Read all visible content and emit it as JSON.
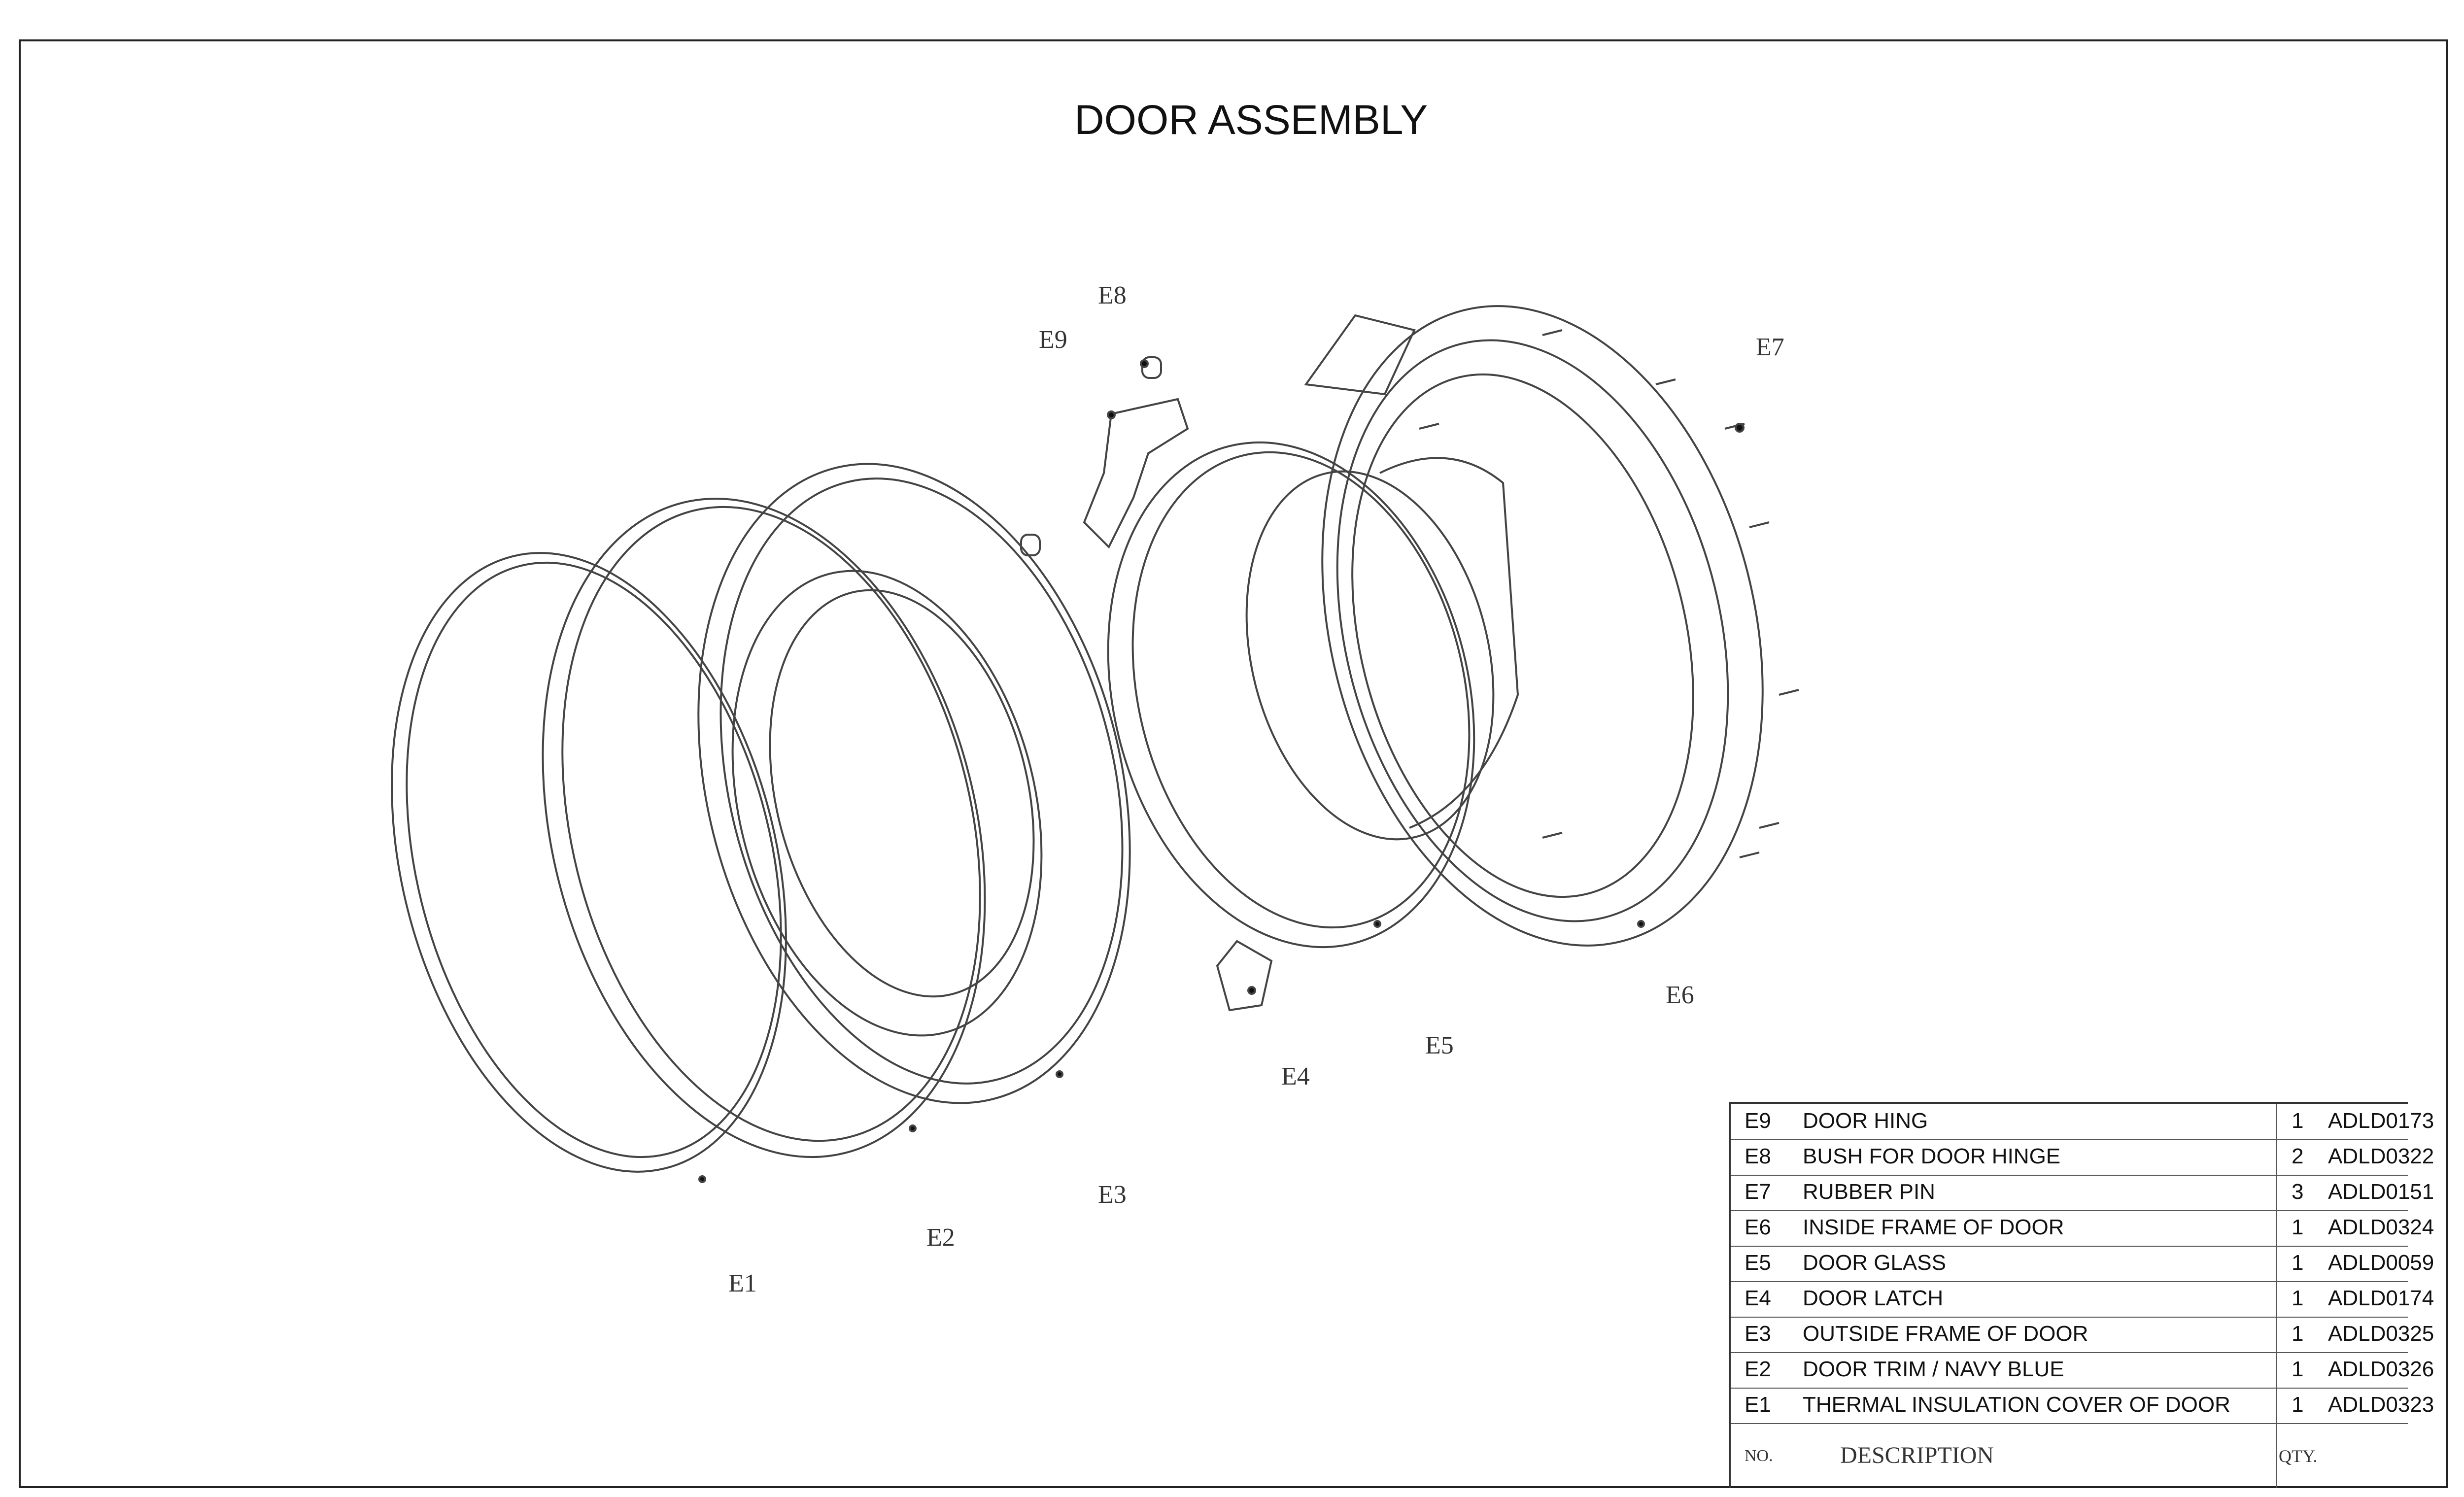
{
  "title": "DOOR ASSEMBLY",
  "callouts": {
    "e1": "E1",
    "e2": "E2",
    "e3": "E3",
    "e4": "E4",
    "e5": "E5",
    "e6": "E6",
    "e7": "E7",
    "e8": "E8",
    "e9": "E9"
  },
  "parts_table": {
    "rows": [
      {
        "no": "E9",
        "description": "DOOR HING",
        "qty": "1",
        "code": "ADLD0173"
      },
      {
        "no": "E8",
        "description": "BUSH FOR DOOR HINGE",
        "qty": "2",
        "code": "ADLD0322"
      },
      {
        "no": "E7",
        "description": "RUBBER PIN",
        "qty": "3",
        "code": "ADLD0151"
      },
      {
        "no": "E6",
        "description": "INSIDE FRAME OF DOOR",
        "qty": "1",
        "code": "ADLD0324"
      },
      {
        "no": "E5",
        "description": "DOOR GLASS",
        "qty": "1",
        "code": "ADLD0059"
      },
      {
        "no": "E4",
        "description": "DOOR LATCH",
        "qty": "1",
        "code": "ADLD0174"
      },
      {
        "no": "E3",
        "description": "OUTSIDE FRAME OF DOOR",
        "qty": "1",
        "code": "ADLD0325"
      },
      {
        "no": "E2",
        "description": "DOOR TRIM / NAVY BLUE",
        "qty": "1",
        "code": "ADLD0326"
      },
      {
        "no": "E1",
        "description": "THERMAL INSULATION COVER OF DOOR",
        "qty": "1",
        "code": "ADLD0323"
      }
    ],
    "header": {
      "no": "NO.",
      "description": "DESCRIPTION",
      "qty": "QTY."
    }
  }
}
